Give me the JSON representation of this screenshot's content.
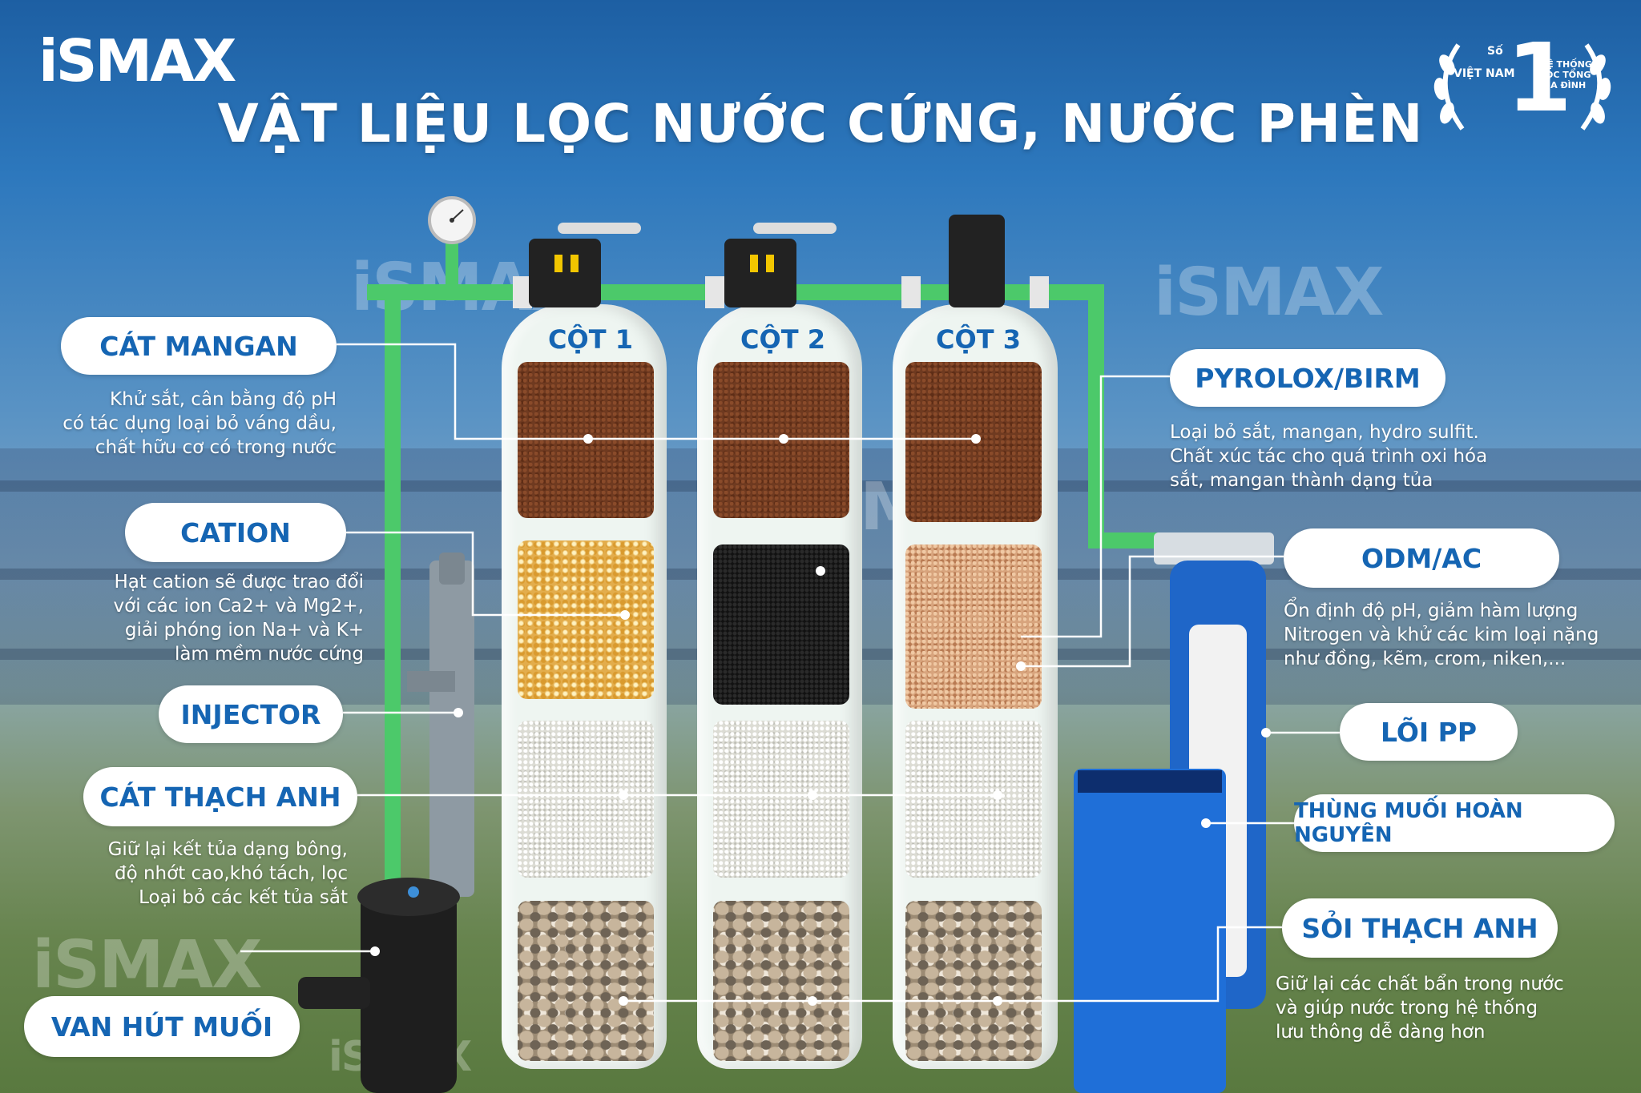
{
  "brand": {
    "logo": "iSMAX",
    "watermark": "iSMAX"
  },
  "title": "VẬT LIỆU LỌC NƯỚC CỨNG, NƯỚC PHÈN",
  "award_badge": {
    "so": "Số",
    "left": "VIỆT NAM",
    "number": "1",
    "right_line1": "HỆ THỐNG",
    "right_line2": "LỌC TỔNG",
    "right_line3": "GIA ĐÌNH"
  },
  "columns": [
    {
      "label": "CỘT 1"
    },
    {
      "label": "CỘT 2"
    },
    {
      "label": "CỘT 3"
    }
  ],
  "labels": {
    "cat_mangan": {
      "title": "CÁT MANGAN",
      "desc": "Khử sắt, cân bằng độ pH\ncó tác dụng  loại bỏ váng dầu,\nchất hữu cơ có trong nước"
    },
    "cation": {
      "title": "CATION",
      "desc": "Hạt cation sẽ được trao đổi\nvới các ion Ca2+ và Mg2+,\ngiải phóng ion Na+ và K+\nlàm mềm nước cứng"
    },
    "injector": {
      "title": "INJECTOR"
    },
    "cat_thach_anh": {
      "title": "CÁT THẠCH ANH",
      "desc": "Giữ lại kết tủa dạng bông,\nđộ nhớt cao,khó tách, lọc\nLoại bỏ các kết tủa sắt"
    },
    "van_hut_muoi": {
      "title": "VAN HÚT MUỐI"
    },
    "pyrolox": {
      "title": "PYROLOX/BIRM",
      "desc": "Loại bỏ sắt, mangan, hydro sulfit.\nChất xúc tác cho quá trình oxi hóa\nsắt, mangan thành dạng tủa"
    },
    "odm_ac": {
      "title": "ODM/AC",
      "desc": "Ổn định độ pH, giảm hàm lượng\nNitrogen và  khử các kim loại nặng\nnhư đồng, kẽm, crom, niken,..."
    },
    "loi_pp": {
      "title": "LÕI PP"
    },
    "thung_muoi": {
      "title": "THÙNG MUỐI HOÀN NGUYÊN"
    },
    "soi_thach_anh": {
      "title": "SỎI THẠCH ANH",
      "desc": "Giữ lại các chất bẩn trong nước\nvà giúp nước trong hệ thống\nlưu thông dễ dàng hơn"
    }
  },
  "colors": {
    "accent": "#1565b3",
    "pipe": "#4cc96a",
    "white": "#ffffff"
  }
}
